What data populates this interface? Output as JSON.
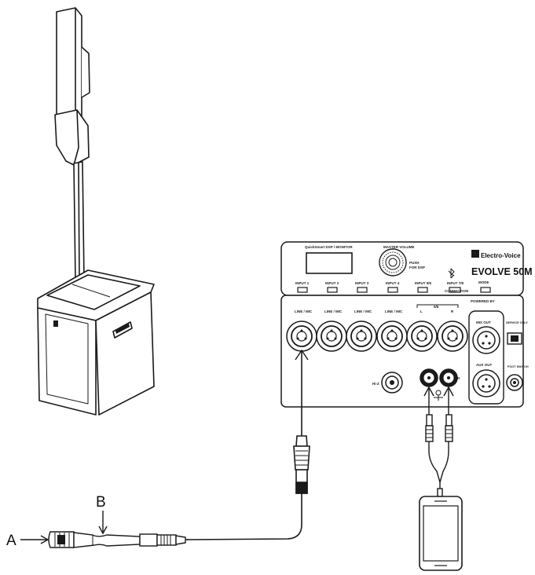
{
  "callouts": {
    "a": "A",
    "b": "B"
  },
  "mixer": {
    "brand": "Electro-Voice",
    "model": "EVOLVE 50M",
    "display_label": "QuickSmart DSP / MONITOR",
    "master_volume_label": "MASTER VOLUME",
    "push_label": "PUSH",
    "push_sub": "FOR DSP",
    "bluetooth_sub": "CONNECTION",
    "mode_label": "MODE",
    "powered_by": "POWERED BY",
    "input_buttons": [
      "INPUT 1",
      "INPUT 2",
      "INPUT 3",
      "INPUT 4",
      "INPUT 5/6",
      "INPUT 7/8"
    ],
    "jack_labels": [
      "LINE / MIC",
      "LINE / MIC",
      "LINE / MIC",
      "LINE / MIC",
      "L",
      "R"
    ],
    "input_56_label": "5/6",
    "out_labels": {
      "mix_out": "MIX OUT",
      "aux_out": "AUX OUT",
      "footswitch": "FOOT SWITCH",
      "hi_z": "Hi-Z",
      "usb": "SERVICE ONLY"
    },
    "colors": {
      "line": "#1a1a1a",
      "panel": "#ffffff",
      "dark": "#111111"
    }
  }
}
